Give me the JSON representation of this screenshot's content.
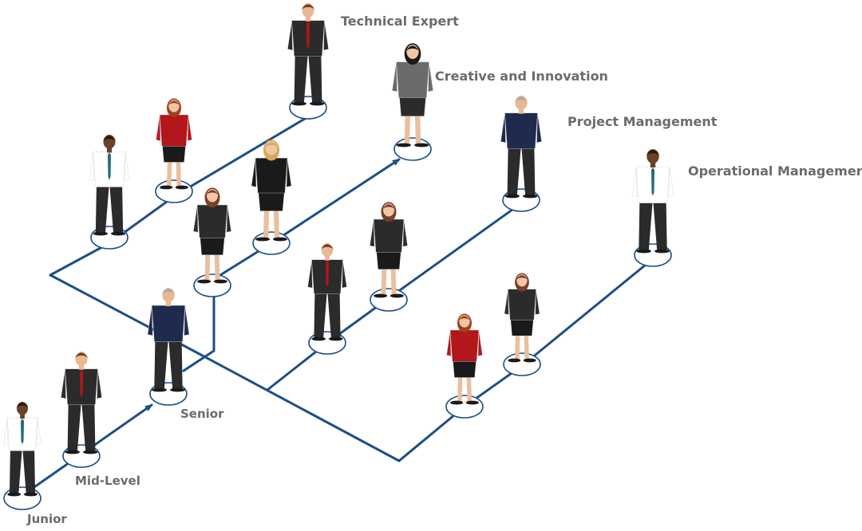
{
  "labels": {
    "junior": "Junior",
    "mid_level": "Mid-Level",
    "senior": "Senior",
    "technical_expert": "Technical Expert",
    "creative_innovation": "Creative and Innovation",
    "project_management": "Project Management",
    "operational_management": "Operational Management"
  },
  "colors": {
    "path": "#1c4f86",
    "label": "#6b6b6b"
  },
  "people": [
    {
      "skin": "#6b4226",
      "hair": "#1a1a1a",
      "top": "#ffffff",
      "bottom": "#2b2b2b",
      "tie": "#1f6b7a",
      "kind": "man"
    },
    {
      "skin": "#e8b894",
      "hair": "#6b3f1f",
      "top": "#2b2b2b",
      "bottom": "#2b2b2b",
      "tie": "#b3161b",
      "kind": "man"
    },
    {
      "skin": "#e8b894",
      "hair": "#a9a9a9",
      "top": "#1e2b4f",
      "bottom": "#2b2b2b",
      "tie": "",
      "kind": "man"
    },
    {
      "skin": "#6b4226",
      "hair": "#1a1a1a",
      "top": "#ffffff",
      "bottom": "#2b2b2b",
      "tie": "#1f6b7a",
      "kind": "man"
    },
    {
      "skin": "#f0c7a5",
      "hair": "#a0421f",
      "top": "#b3161b",
      "bottom": "#1a1a1a",
      "tie": "",
      "kind": "woman"
    },
    {
      "skin": "#e8b894",
      "hair": "#6b3f1f",
      "top": "#2b2b2b",
      "bottom": "#2b2b2b",
      "tie": "#b3161b",
      "kind": "man"
    },
    {
      "skin": "#f0c7a5",
      "hair": "#7a3f2a",
      "top": "#2b2b2b",
      "bottom": "#1a1a1a",
      "tie": "",
      "kind": "woman"
    },
    {
      "skin": "#f0c7a5",
      "hair": "#d9a85a",
      "top": "#1a1a1a",
      "bottom": "#1a1a1a",
      "tie": "",
      "kind": "woman"
    },
    {
      "skin": "#f0c7a5",
      "hair": "#1a1a1a",
      "top": "#6b6b6b",
      "bottom": "#2b2b2b",
      "tie": "",
      "kind": "woman"
    },
    {
      "skin": "#e8b894",
      "hair": "#6b3f1f",
      "top": "#2b2b2b",
      "bottom": "#2b2b2b",
      "tie": "#b3161b",
      "kind": "man"
    },
    {
      "skin": "#f0c7a5",
      "hair": "#7a3f2a",
      "top": "#2b2b2b",
      "bottom": "#1a1a1a",
      "tie": "",
      "kind": "woman"
    },
    {
      "skin": "#e8b894",
      "hair": "#a9a9a9",
      "top": "#1e2b4f",
      "bottom": "#2b2b2b",
      "tie": "",
      "kind": "man"
    },
    {
      "skin": "#f0c7a5",
      "hair": "#a0421f",
      "top": "#b3161b",
      "bottom": "#1a1a1a",
      "tie": "",
      "kind": "woman"
    },
    {
      "skin": "#f0c7a5",
      "hair": "#7a3f2a",
      "top": "#2b2b2b",
      "bottom": "#1a1a1a",
      "tie": "",
      "kind": "woman"
    },
    {
      "skin": "#6b4226",
      "hair": "#1a1a1a",
      "top": "#ffffff",
      "bottom": "#2b2b2b",
      "tie": "#1f6b7a",
      "kind": "man"
    }
  ]
}
